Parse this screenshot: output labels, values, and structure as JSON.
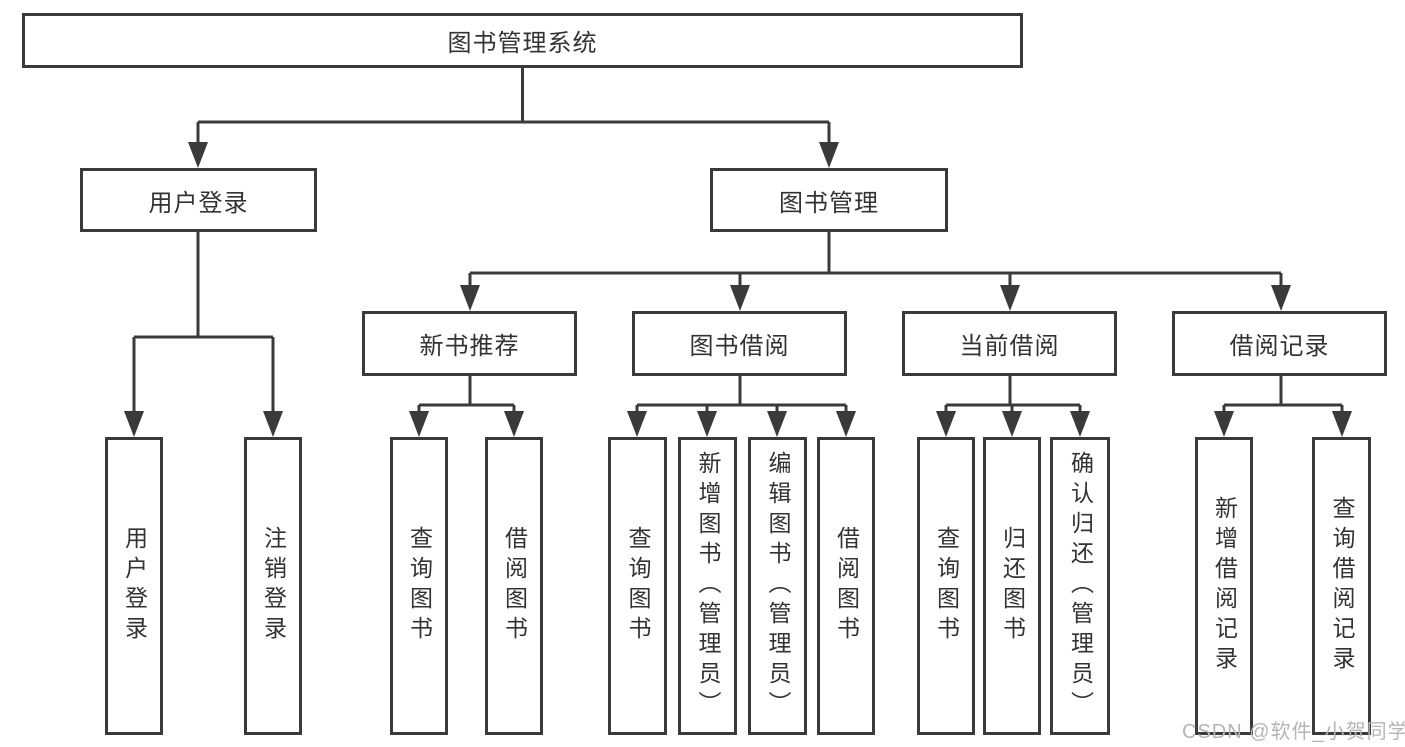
{
  "tree": {
    "label": "图书管理系统",
    "children": [
      {
        "label": "用户登录",
        "children": [
          {
            "label": "用户登录"
          },
          {
            "label": "注销登录"
          }
        ]
      },
      {
        "label": "图书管理",
        "children": [
          {
            "label": "新书推荐",
            "children": [
              {
                "label": "查询图书"
              },
              {
                "label": "借阅图书"
              }
            ]
          },
          {
            "label": "图书借阅",
            "children": [
              {
                "label": "查询图书"
              },
              {
                "label": "新增图书（管理员）"
              },
              {
                "label": "编辑图书（管理员）"
              },
              {
                "label": "借阅图书"
              }
            ]
          },
          {
            "label": "当前借阅",
            "children": [
              {
                "label": "查询图书"
              },
              {
                "label": "归还图书"
              },
              {
                "label": "确认归还（管理员）"
              }
            ]
          },
          {
            "label": "借阅记录",
            "children": [
              {
                "label": "新增借阅记录"
              },
              {
                "label": "查询借阅记录"
              }
            ]
          }
        ]
      }
    ]
  },
  "watermark": {
    "text": "CSDN @软件_小贺同学"
  },
  "colors": {
    "line": "#3a3a3a",
    "text": "#333333",
    "watermark": "#b5b5b5"
  }
}
